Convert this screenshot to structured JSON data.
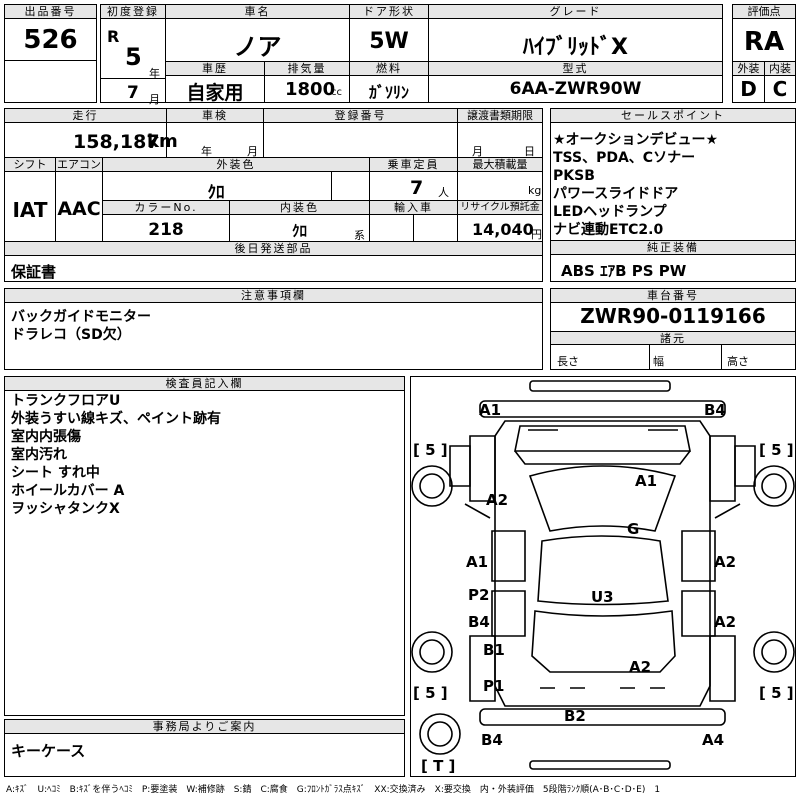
{
  "lot": {
    "label": "出品番号",
    "value": "526"
  },
  "first_reg": {
    "label": "初度登録",
    "era": "R",
    "year": "5",
    "year_unit": "年",
    "month": "7",
    "month_unit": "月"
  },
  "car_name": {
    "label": "車名",
    "value": "ノア"
  },
  "door": {
    "label": "ドア形状",
    "value": "5W"
  },
  "grade": {
    "label": "グレード",
    "value": "ﾊｲﾌﾞﾘｯﾄﾞX"
  },
  "score": {
    "label": "評価点",
    "value": "RA"
  },
  "history": {
    "label": "車歴",
    "value": "自家用"
  },
  "displacement": {
    "label": "排気量",
    "value": "1800",
    "unit": "cc"
  },
  "fuel": {
    "label": "燃料",
    "value": "ｶﾞｿﾘﾝ"
  },
  "model": {
    "label": "型式",
    "value": "6AA-ZWR90W"
  },
  "exterior_grade": {
    "label": "外装",
    "value": "D"
  },
  "interior_grade": {
    "label": "内装",
    "value": "C"
  },
  "mileage": {
    "label": "走行",
    "value": "158,187",
    "unit": "km"
  },
  "inspection": {
    "label": "車検",
    "year_unit": "年",
    "month_unit": "月"
  },
  "reg_no": {
    "label": "登録番号"
  },
  "transfer_deadline": {
    "label": "譲渡書類期限",
    "month_unit": "月",
    "day_unit": "日"
  },
  "shift": {
    "label": "シフト",
    "value": "IAT"
  },
  "aircon": {
    "label": "エアコン",
    "value": "AAC"
  },
  "ext_color": {
    "label": "外装色",
    "value": "ｸﾛ"
  },
  "capacity": {
    "label": "乗車定員",
    "value": "7",
    "unit": "人"
  },
  "max_load": {
    "label": "最大積載量",
    "unit": "kg"
  },
  "color_no": {
    "label": "カラーNo.",
    "value": "218"
  },
  "int_color": {
    "label": "内装色",
    "value": "ｸﾛ",
    "unit": "系"
  },
  "import_car": {
    "label": "輸入車"
  },
  "recycle": {
    "label": "リサイクル預託金",
    "value": "14,040",
    "unit": "円"
  },
  "later_parts": {
    "label": "後日発送部品",
    "value": "保証書"
  },
  "sales_points": {
    "label": "セールスポイント",
    "items": [
      "★オークションデビュー★",
      "TSS、PDA、Cソナー",
      "PKSB",
      "パワースライドドア",
      "LEDヘッドランプ",
      "ナビ連動ETC2.0"
    ]
  },
  "equipment": {
    "label": "純正装備",
    "value": "ABS ｴｱB PS PW"
  },
  "cautions": {
    "label": "注意事項欄",
    "items": [
      "バックガイドモニター",
      "ドラレコ（SD欠）"
    ]
  },
  "chassis": {
    "label": "車台番号",
    "value": "ZWR90-0119166"
  },
  "specs": {
    "label": "諸元",
    "length": "長さ",
    "width": "幅",
    "height": "高さ"
  },
  "inspector": {
    "label": "検査員記入欄",
    "items": [
      "トランクフロアU",
      "外装うすい線キズ、ペイント跡有",
      "室内内張傷",
      "室内汚れ",
      "シート すれ中",
      "ホイールカバー A",
      "ヲッシャタンクX"
    ]
  },
  "office": {
    "label": "事務局よりご案内",
    "value": "キーケース"
  },
  "diagram": {
    "marks": [
      "A1",
      "B4",
      "A2",
      "A1",
      "G",
      "A1",
      "A2",
      "P2",
      "U3",
      "B4",
      "A2",
      "B1",
      "A2",
      "P1",
      "B2",
      "B4",
      "A4"
    ],
    "tires": [
      "[ 5 ]",
      "[ 5 ]",
      "[ 5 ]",
      "[ 5 ]",
      "[ T ]"
    ]
  },
  "legend": "A:ｷｽﾞ　U:ﾍｺﾐ　B:ｷｽﾞを伴うﾍｺﾐ　P:要塗装　W:補修跡　S:錆　C:腐食　G:ﾌﾛﾝﾄｶﾞﾗｽ点ｷｽﾞ　XX:交換済み　X:要交換　内・外装評価　5段階ﾗﾝｸ順(A･B･C･D･E)　1"
}
